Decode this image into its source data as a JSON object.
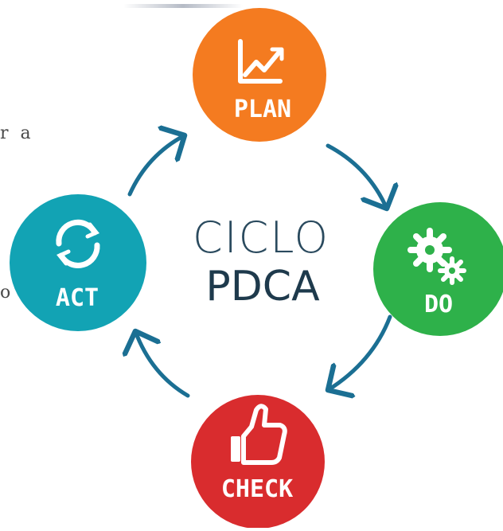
{
  "center": {
    "line1": "CICLO",
    "line2": "PDCA"
  },
  "stages": [
    {
      "id": "plan",
      "label": "PLAN",
      "icon": "chart-trend-icon",
      "color": "#F47B20"
    },
    {
      "id": "do",
      "label": "DO",
      "icon": "gears-icon",
      "color": "#2EB14A"
    },
    {
      "id": "check",
      "label": "CHECK",
      "icon": "thumbs-up-icon",
      "color": "#D92C2E"
    },
    {
      "id": "act",
      "label": "ACT",
      "icon": "refresh-icon",
      "color": "#12A3B4"
    }
  ],
  "arrow_color": "#1B6F93",
  "text_color": "#1E3A4C",
  "stray_text": {
    "left_top": "r a",
    "left_bottom": "o"
  }
}
